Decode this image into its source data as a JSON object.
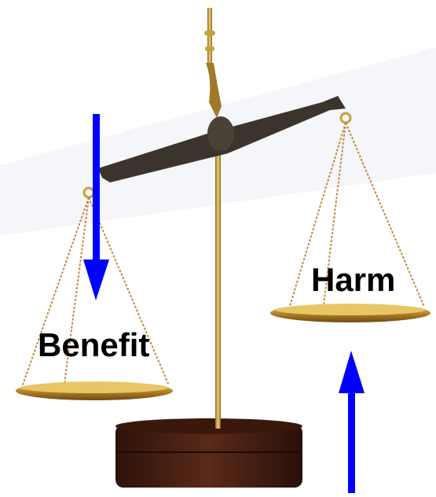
{
  "labels": {
    "benefit": "Benefit",
    "harm": "Harm"
  },
  "colors": {
    "arrow": "#0000ff",
    "brass": "#c9a13a",
    "beam": "#3a342c",
    "base_wood": "#4a2215"
  },
  "arrows": {
    "benefit": "down",
    "harm": "up"
  }
}
